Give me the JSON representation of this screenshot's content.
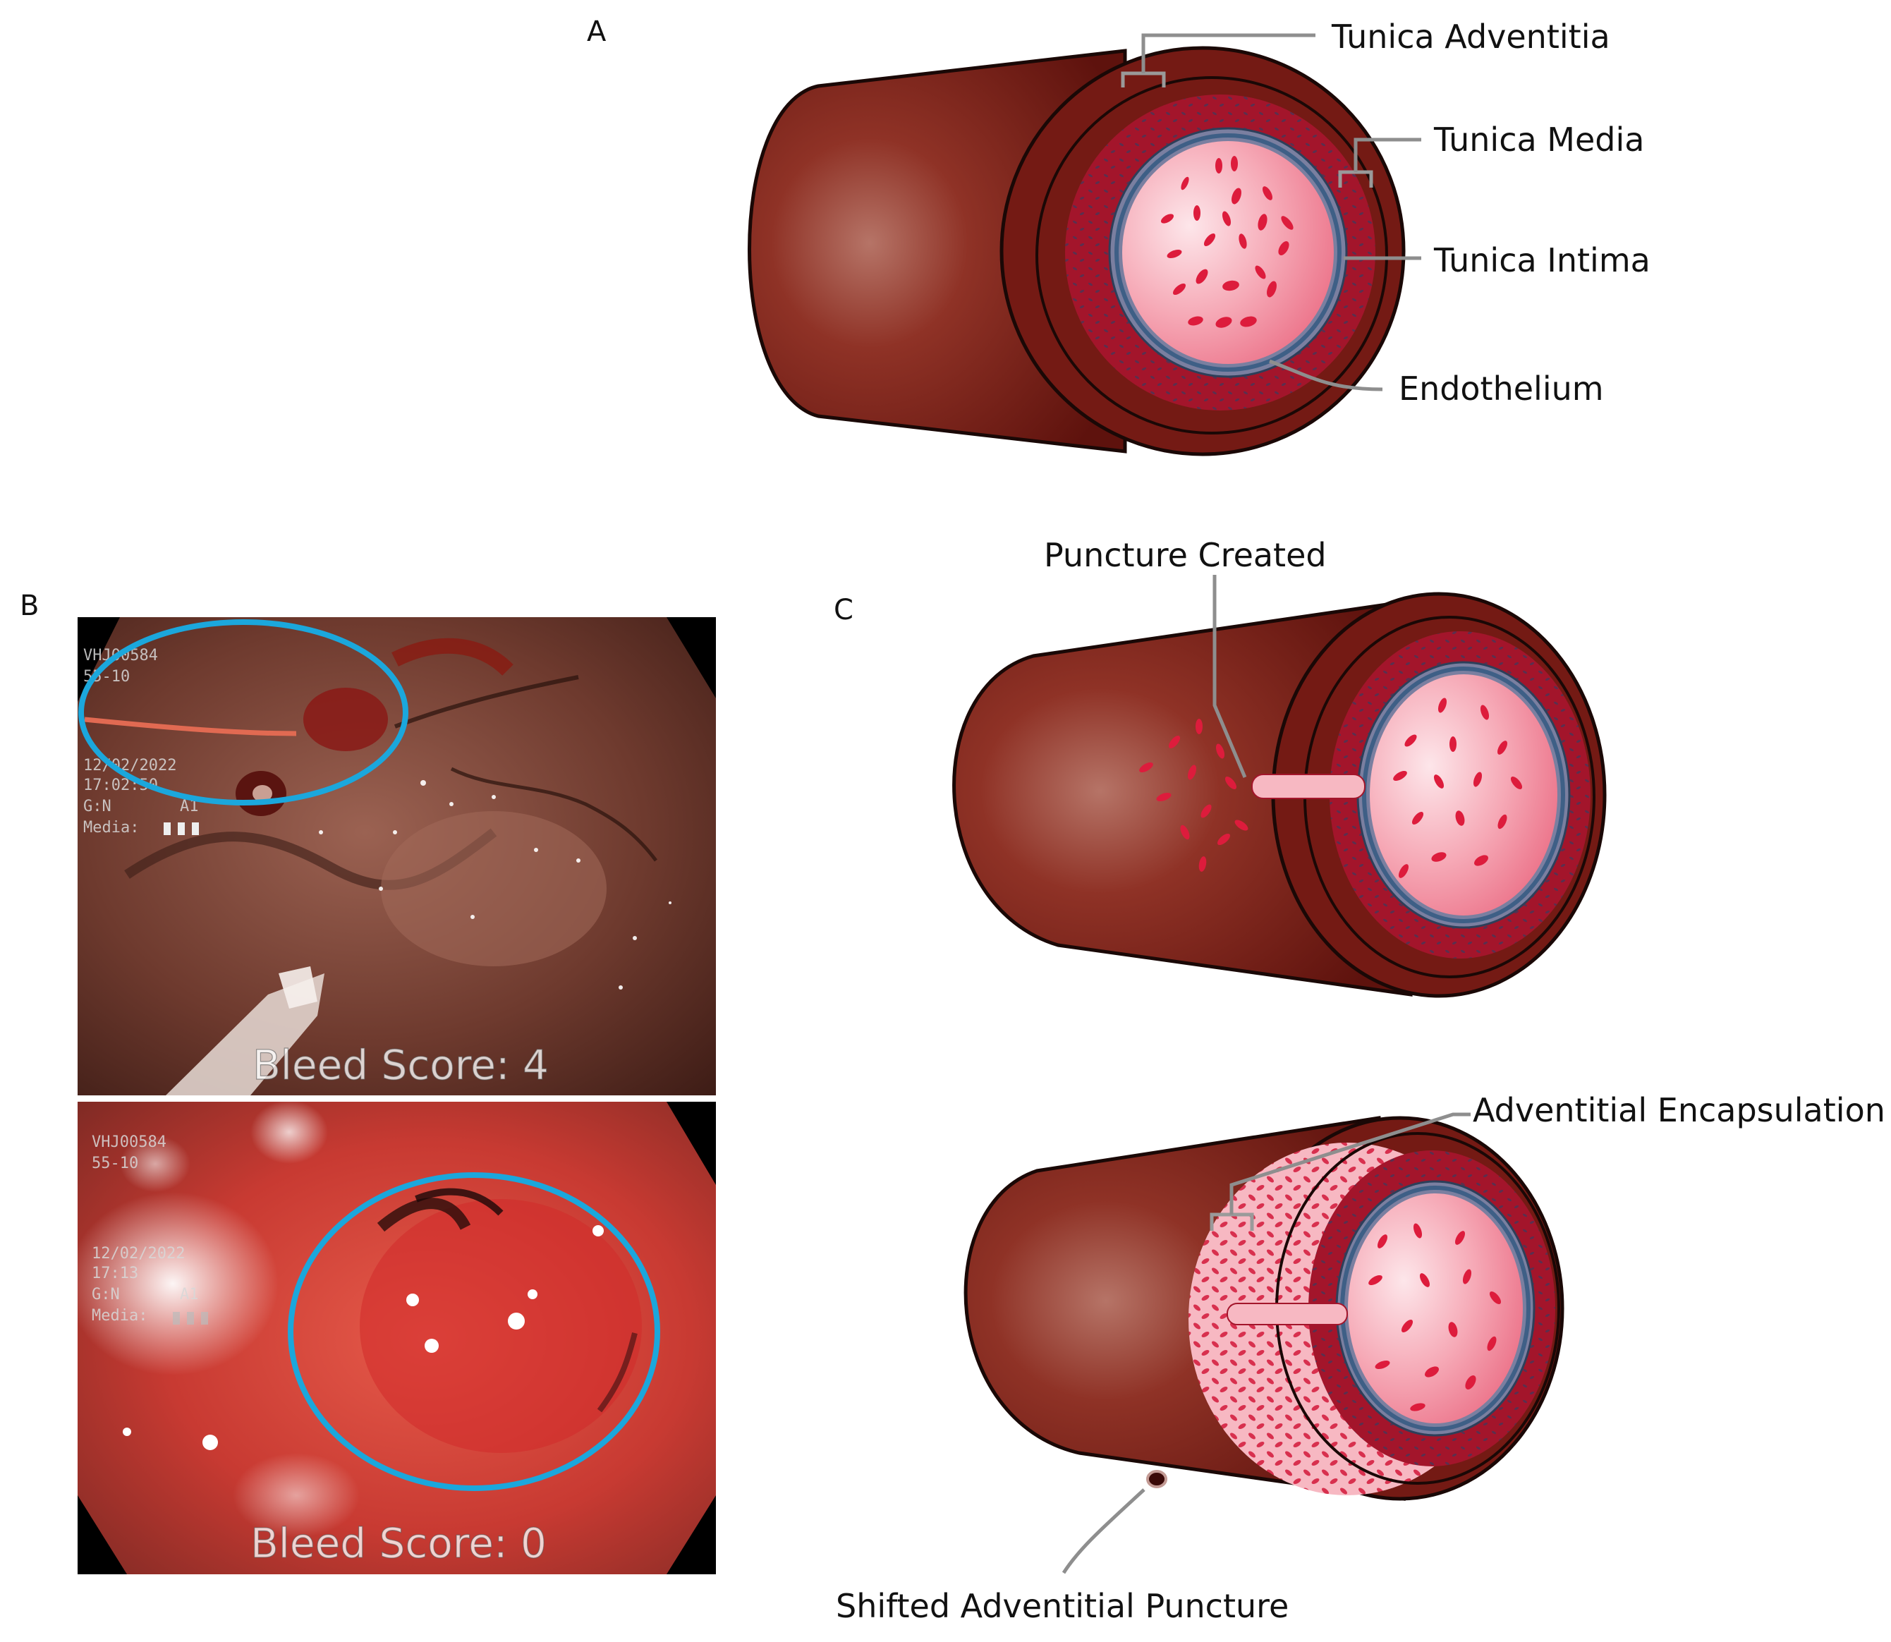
{
  "panels": {
    "a": {
      "letter": "A",
      "labels": {
        "adventitia": "Tunica Adventitia",
        "media": "Tunica Media",
        "intima": "Tunica Intima",
        "endothelium": "Endothelium"
      }
    },
    "b": {
      "letter": "B",
      "top_photo": {
        "osd_lines": [
          "VHJ00584",
          "55-10",
          "12/02/2022",
          "17:02:50",
          "G:N",
          "Media:"
        ],
        "osd_right": "A1",
        "score_text": "Bleed Score: 4"
      },
      "bottom_photo": {
        "osd_lines": [
          "VHJ00584",
          "55-10",
          "12/02/2022",
          "17:13",
          "G:N",
          "Media:"
        ],
        "osd_right": "A1",
        "score_text": "Bleed Score: 0"
      }
    },
    "c": {
      "letter": "C",
      "labels": {
        "puncture": "Puncture Created",
        "encapsulation": "Adventitial Encapsulation",
        "shifted": "Shifted Adventitial Puncture"
      }
    }
  },
  "colors": {
    "vessel_dark": "#6b1510",
    "vessel_mid": "#8e2a20",
    "vessel_highlight": "#b46c5e",
    "media_red": "#a3152b",
    "lumen_pink": "#f4a8b3",
    "rbc_red": "#dd1c3c",
    "endothelium_blue": "#3e5f86",
    "highlight_circle": "#1ba7dc",
    "leader_gray": "#8e8e8e"
  }
}
